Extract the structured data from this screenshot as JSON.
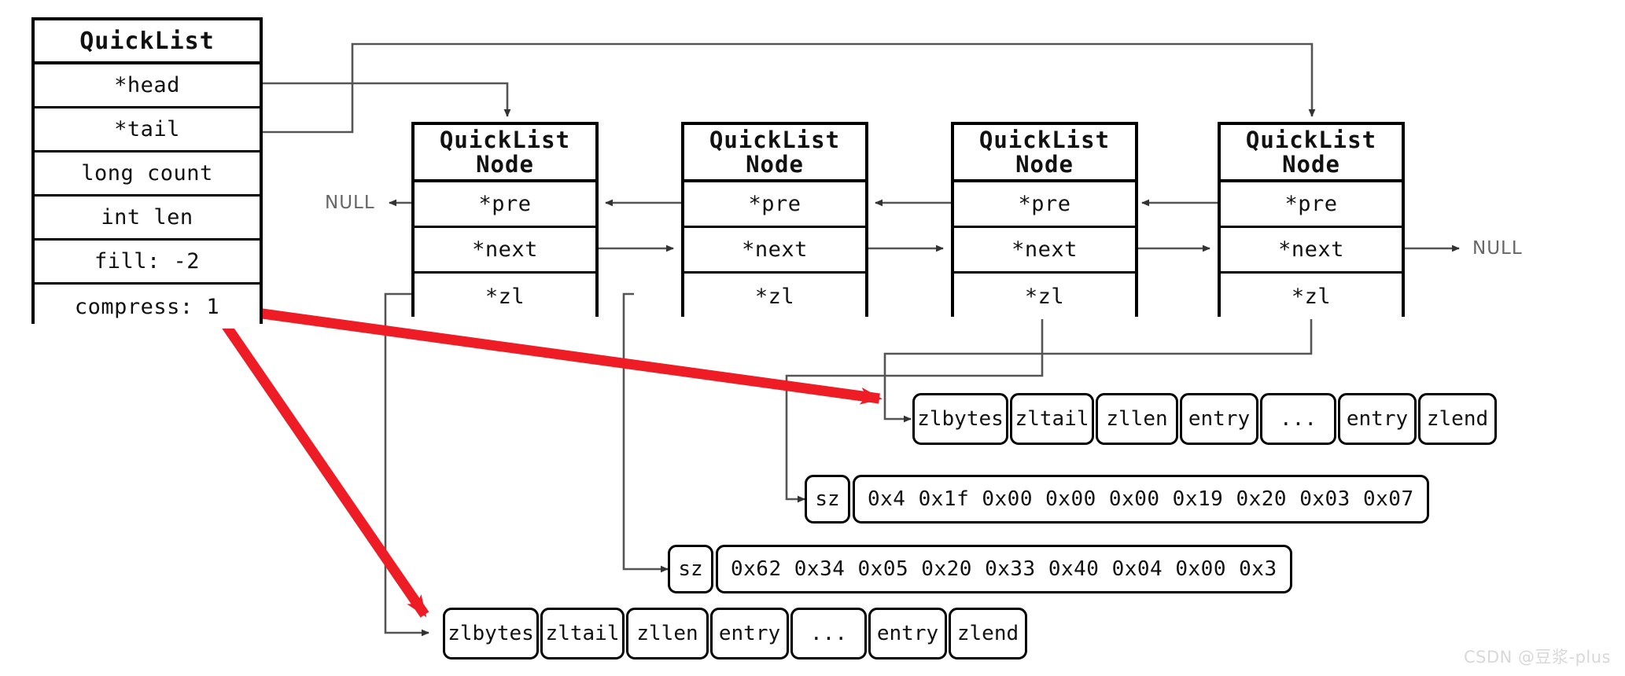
{
  "diagram": {
    "title": "Redis QuickList structure diagram",
    "watermark": "CSDN @豆浆-plus",
    "colors": {
      "line": "#555555",
      "box_border": "#000000",
      "highlight": "#ee1c24",
      "null_text": "#666666"
    }
  },
  "quicklist": {
    "header": "QuickList",
    "fields": [
      {
        "label": "*head"
      },
      {
        "label": "*tail"
      },
      {
        "label": "long count"
      },
      {
        "label": "int len"
      },
      {
        "label": "fill: -2"
      },
      {
        "label": "compress: 1"
      }
    ]
  },
  "nodes": [
    {
      "header_line1": "QuickList",
      "header_line2": "Node",
      "fields": [
        "*pre",
        "*next",
        "*zl"
      ]
    },
    {
      "header_line1": "QuickList",
      "header_line2": "Node",
      "fields": [
        "*pre",
        "*next",
        "*zl"
      ]
    },
    {
      "header_line1": "QuickList",
      "header_line2": "Node",
      "fields": [
        "*pre",
        "*next",
        "*zl"
      ]
    },
    {
      "header_line1": "QuickList",
      "header_line2": "Node",
      "fields": [
        "*pre",
        "*next",
        "*zl"
      ]
    }
  ],
  "labels": {
    "null_left": "NULL",
    "null_right": "NULL"
  },
  "ziplists": [
    {
      "cells": [
        "zlbytes",
        "zltail",
        "zllen",
        "entry",
        "...",
        "entry",
        "zlend"
      ]
    },
    {
      "cells": [
        "zlbytes",
        "zltail",
        "zllen",
        "entry",
        "...",
        "entry",
        "zlend"
      ]
    }
  ],
  "sz_rows": [
    {
      "label": "sz",
      "bytes": "0x4 0x1f 0x00 0x00 0x00 0x19 0x20 0x03 0x07"
    },
    {
      "label": "sz",
      "bytes": "0x62 0x34 0x05 0x20 0x33 0x40 0x04 0x00 0x3"
    }
  ]
}
